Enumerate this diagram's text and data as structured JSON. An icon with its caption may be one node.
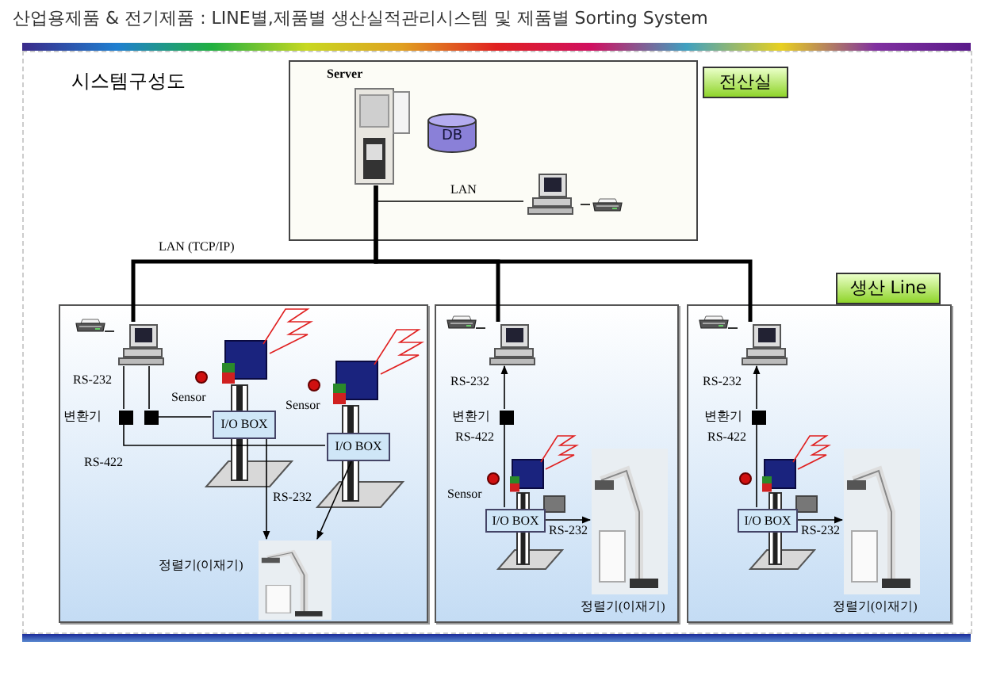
{
  "diagram": {
    "title": "산업용제품 & 전기제품 : LINE별,제품별 생산실적관리시스템 및 제품별 Sorting System",
    "nodes": [
      {
        "text": [],
        "shape": "box"
      },
      {
        "text": [
          "Server"
        ],
        "in": 0
      },
      {
        "text": [
          "DB"
        ],
        "in": 0
      },
      {
        "text": [],
        "shape": "picture",
        "in": 0
      },
      {
        "text": [],
        "shape": "picture",
        "in": 0
      },
      {
        "text": [
          "전산실"
        ]
      },
      {
        "text": [
          "생산 Line"
        ]
      },
      {
        "text": [],
        "shape": "box"
      },
      {
        "text": [],
        "shape": "picture",
        "in": 7
      },
      {
        "text": [],
        "shape": "picture",
        "in": 7
      },
      {
        "text": [],
        "shape": "box",
        "in": 7,
        "beside": [
          "변환기"
        ]
      },
      {
        "text": [],
        "shape": "box",
        "in": 7
      },
      {
        "text": [
          "I/O BOX"
        ],
        "in": 7
      },
      {
        "text": [
          "I/O BOX"
        ],
        "in": 7
      },
      {
        "text": [],
        "shape": "picture",
        "in": 7,
        "beside": [
          "정렬기(이재기)"
        ]
      },
      {
        "text": [],
        "shape": "box"
      },
      {
        "text": [],
        "shape": "picture",
        "in": 15
      },
      {
        "text": [],
        "shape": "picture",
        "in": 15
      },
      {
        "text": [],
        "shape": "box",
        "in": 15,
        "beside": [
          "변환기"
        ]
      },
      {
        "text": [
          "I/O BOX"
        ],
        "in": 15
      },
      {
        "text": [],
        "shape": "picture",
        "in": 15,
        "beside": [
          "정렬기(이재기)"
        ]
      },
      {
        "text": [],
        "shape": "box"
      },
      {
        "text": [],
        "shape": "picture",
        "in": 21
      },
      {
        "text": [],
        "shape": "picture",
        "in": 21
      },
      {
        "text": [],
        "shape": "box",
        "in": 21,
        "beside": [
          "변환기"
        ]
      },
      {
        "text": [
          "I/O BOX"
        ],
        "in": 21
      },
      {
        "text": [],
        "shape": "picture",
        "in": 21,
        "beside": [
          "정렬기(이재기)"
        ]
      }
    ],
    "edges": [
      {
        "from": 1,
        "to": 3,
        "arrow": "none",
        "label": "LAN"
      },
      {
        "from": 3,
        "to": 4,
        "arrow": "none"
      },
      {
        "from": 1,
        "to": 8,
        "arrow": "none",
        "style": "thick"
      },
      {
        "from": 1,
        "to": 16,
        "arrow": "none",
        "style": "thick"
      },
      {
        "from": 1,
        "to": 22,
        "arrow": "none",
        "style": "thick"
      },
      {
        "from": 8,
        "to": 9,
        "arrow": "none"
      },
      {
        "from": 10,
        "to": 8,
        "arrow": "none",
        "label": "RS-232"
      },
      {
        "from": 11,
        "to": 8,
        "arrow": "none"
      },
      {
        "from": 10,
        "to": 13,
        "arrow": "none",
        "label": "RS-422"
      },
      {
        "from": 11,
        "to": 12,
        "arrow": "none"
      },
      {
        "from": 12,
        "to": 14,
        "arrow": "to",
        "label": "RS-232"
      },
      {
        "from": 13,
        "to": 14,
        "arrow": "to"
      },
      {
        "from": 16,
        "to": 17,
        "arrow": "none"
      },
      {
        "from": 18,
        "to": 16,
        "arrow": "to",
        "label": "RS-232"
      },
      {
        "from": 19,
        "to": 18,
        "arrow": "none",
        "label": "RS-422"
      },
      {
        "from": 19,
        "to": 20,
        "arrow": "to",
        "label": "RS-232"
      },
      {
        "from": 22,
        "to": 23,
        "arrow": "none"
      },
      {
        "from": 24,
        "to": 22,
        "arrow": "to",
        "label": "RS-232"
      },
      {
        "from": 25,
        "to": 24,
        "arrow": "none",
        "label": "RS-422"
      },
      {
        "from": 25,
        "to": 26,
        "arrow": "to",
        "label": "RS-232"
      }
    ],
    "labels": [
      "시스템구성도",
      "LAN (TCP/IP)",
      "Sensor",
      "Sensor",
      "Sensor"
    ]
  }
}
